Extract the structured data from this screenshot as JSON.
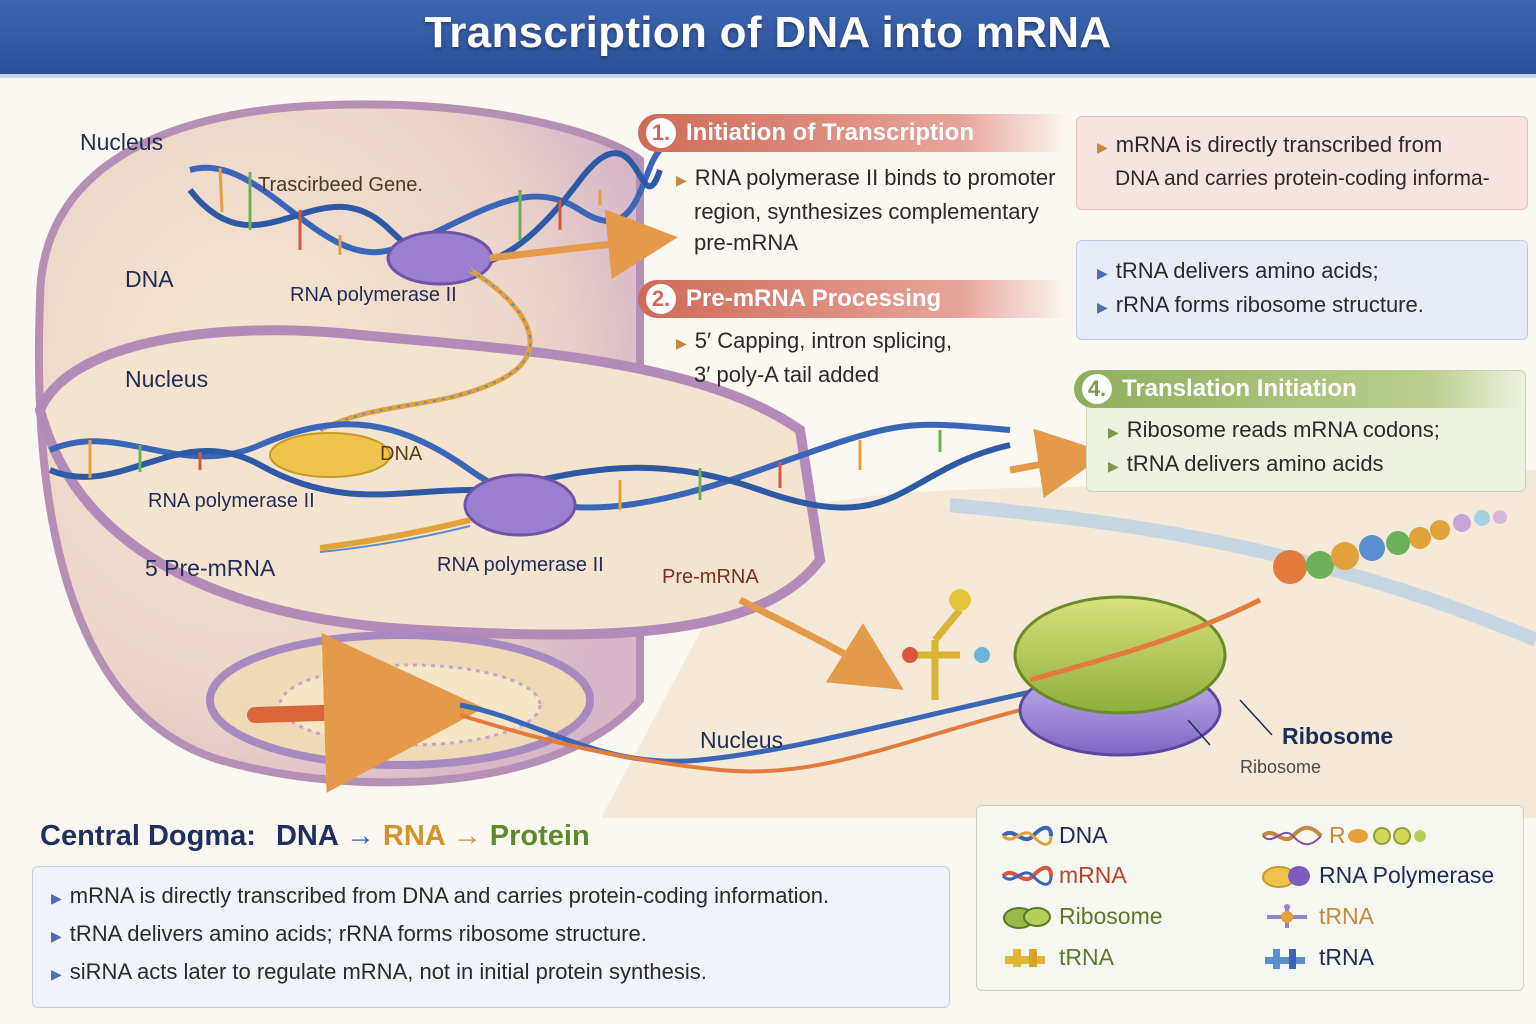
{
  "title": "Transcription of DNA into mRNA",
  "diagram_labels": {
    "nucleus_top": "Nucleus",
    "transcribed_gene": "Trascirbeed Gene.",
    "dna_left": "DNA",
    "rna_pol_top": "RNA polymerase II",
    "nucleus_mid": "Nucleus",
    "dna_tag": "DNA",
    "rna_pol_mid": "RNA polymerase II",
    "pre_mrna_left": "5  Pre-mRNA",
    "rna_pol_low": "RNA polymerase II",
    "pre_mrna_right": "Pre-mRNA",
    "nucleus_bottom": "Nucleus",
    "ribosome_big": "Ribosome",
    "ribosome_small": "Ribosome"
  },
  "steps": [
    {
      "num": "1.",
      "title": "Initiation of Transcription",
      "color": "#cf6a58",
      "lines": [
        "RNA polymerase II binds to promoter",
        "region, synthesizes complementary",
        "pre-mRNA"
      ]
    },
    {
      "num": "2.",
      "title": "Pre-mRNA Processing",
      "color": "#cf6a58",
      "lines": [
        "5′ Capping, intron splicing,",
        "3′ poly-A tail added"
      ]
    },
    {
      "num": "4.",
      "title": "Translation Initiation",
      "color": "#8fae5c",
      "lines": [
        "Ribosome reads mRNA codons;",
        "tRNA delivers amino acids"
      ]
    }
  ],
  "info_boxes": {
    "top": {
      "lines": [
        "mRNA is directly transcribed from",
        "DNA and carries protein-coding informa-"
      ]
    },
    "mid": {
      "lines": [
        "tRNA delivers amino acids;",
        "rRNA forms ribosome structure."
      ]
    }
  },
  "central_dogma": {
    "label": "Central Dogma:",
    "dna": "DNA",
    "rna": "RNA",
    "protein": "Protein"
  },
  "summary": [
    "mRNA is directly transcribed from DNA and carries protein-coding information.",
    "tRNA delivers amino acids; rRNA forms ribosome structure.",
    "siRNA acts later to regulate mRNA, not in initial protein synthesis."
  ],
  "legend": [
    {
      "icon": "dna-icon",
      "label": "DNA",
      "color": "#1f2c55"
    },
    {
      "icon": "mrna-icon",
      "label": "mRNA",
      "color": "#b5442f"
    },
    {
      "icon": "ribosome-icon",
      "label": "Ribosome",
      "color": "#5a7a2a"
    },
    {
      "icon": "trna-icon",
      "label": "tRNA",
      "color": "#5a7a2a"
    },
    {
      "icon": "rna-strand-icon",
      "label": "R",
      "color": "#c9873e"
    },
    {
      "icon": "rna-polymerase-icon",
      "label": "RNA Polymerase",
      "color": "#1f2c55"
    },
    {
      "icon": "trna-purple-icon",
      "label": "tRNA",
      "color": "#c9873e"
    },
    {
      "icon": "trna-blue-icon",
      "label": "tRNA",
      "color": "#1f2c55"
    }
  ],
  "colors": {
    "header": "#345ba5",
    "step_red": "#cf6a58",
    "step_green": "#8fae5c",
    "dna_blue": "#3a66b8",
    "polymerase": "#9a7fcf",
    "ribosome_green": "#b9c95a"
  }
}
